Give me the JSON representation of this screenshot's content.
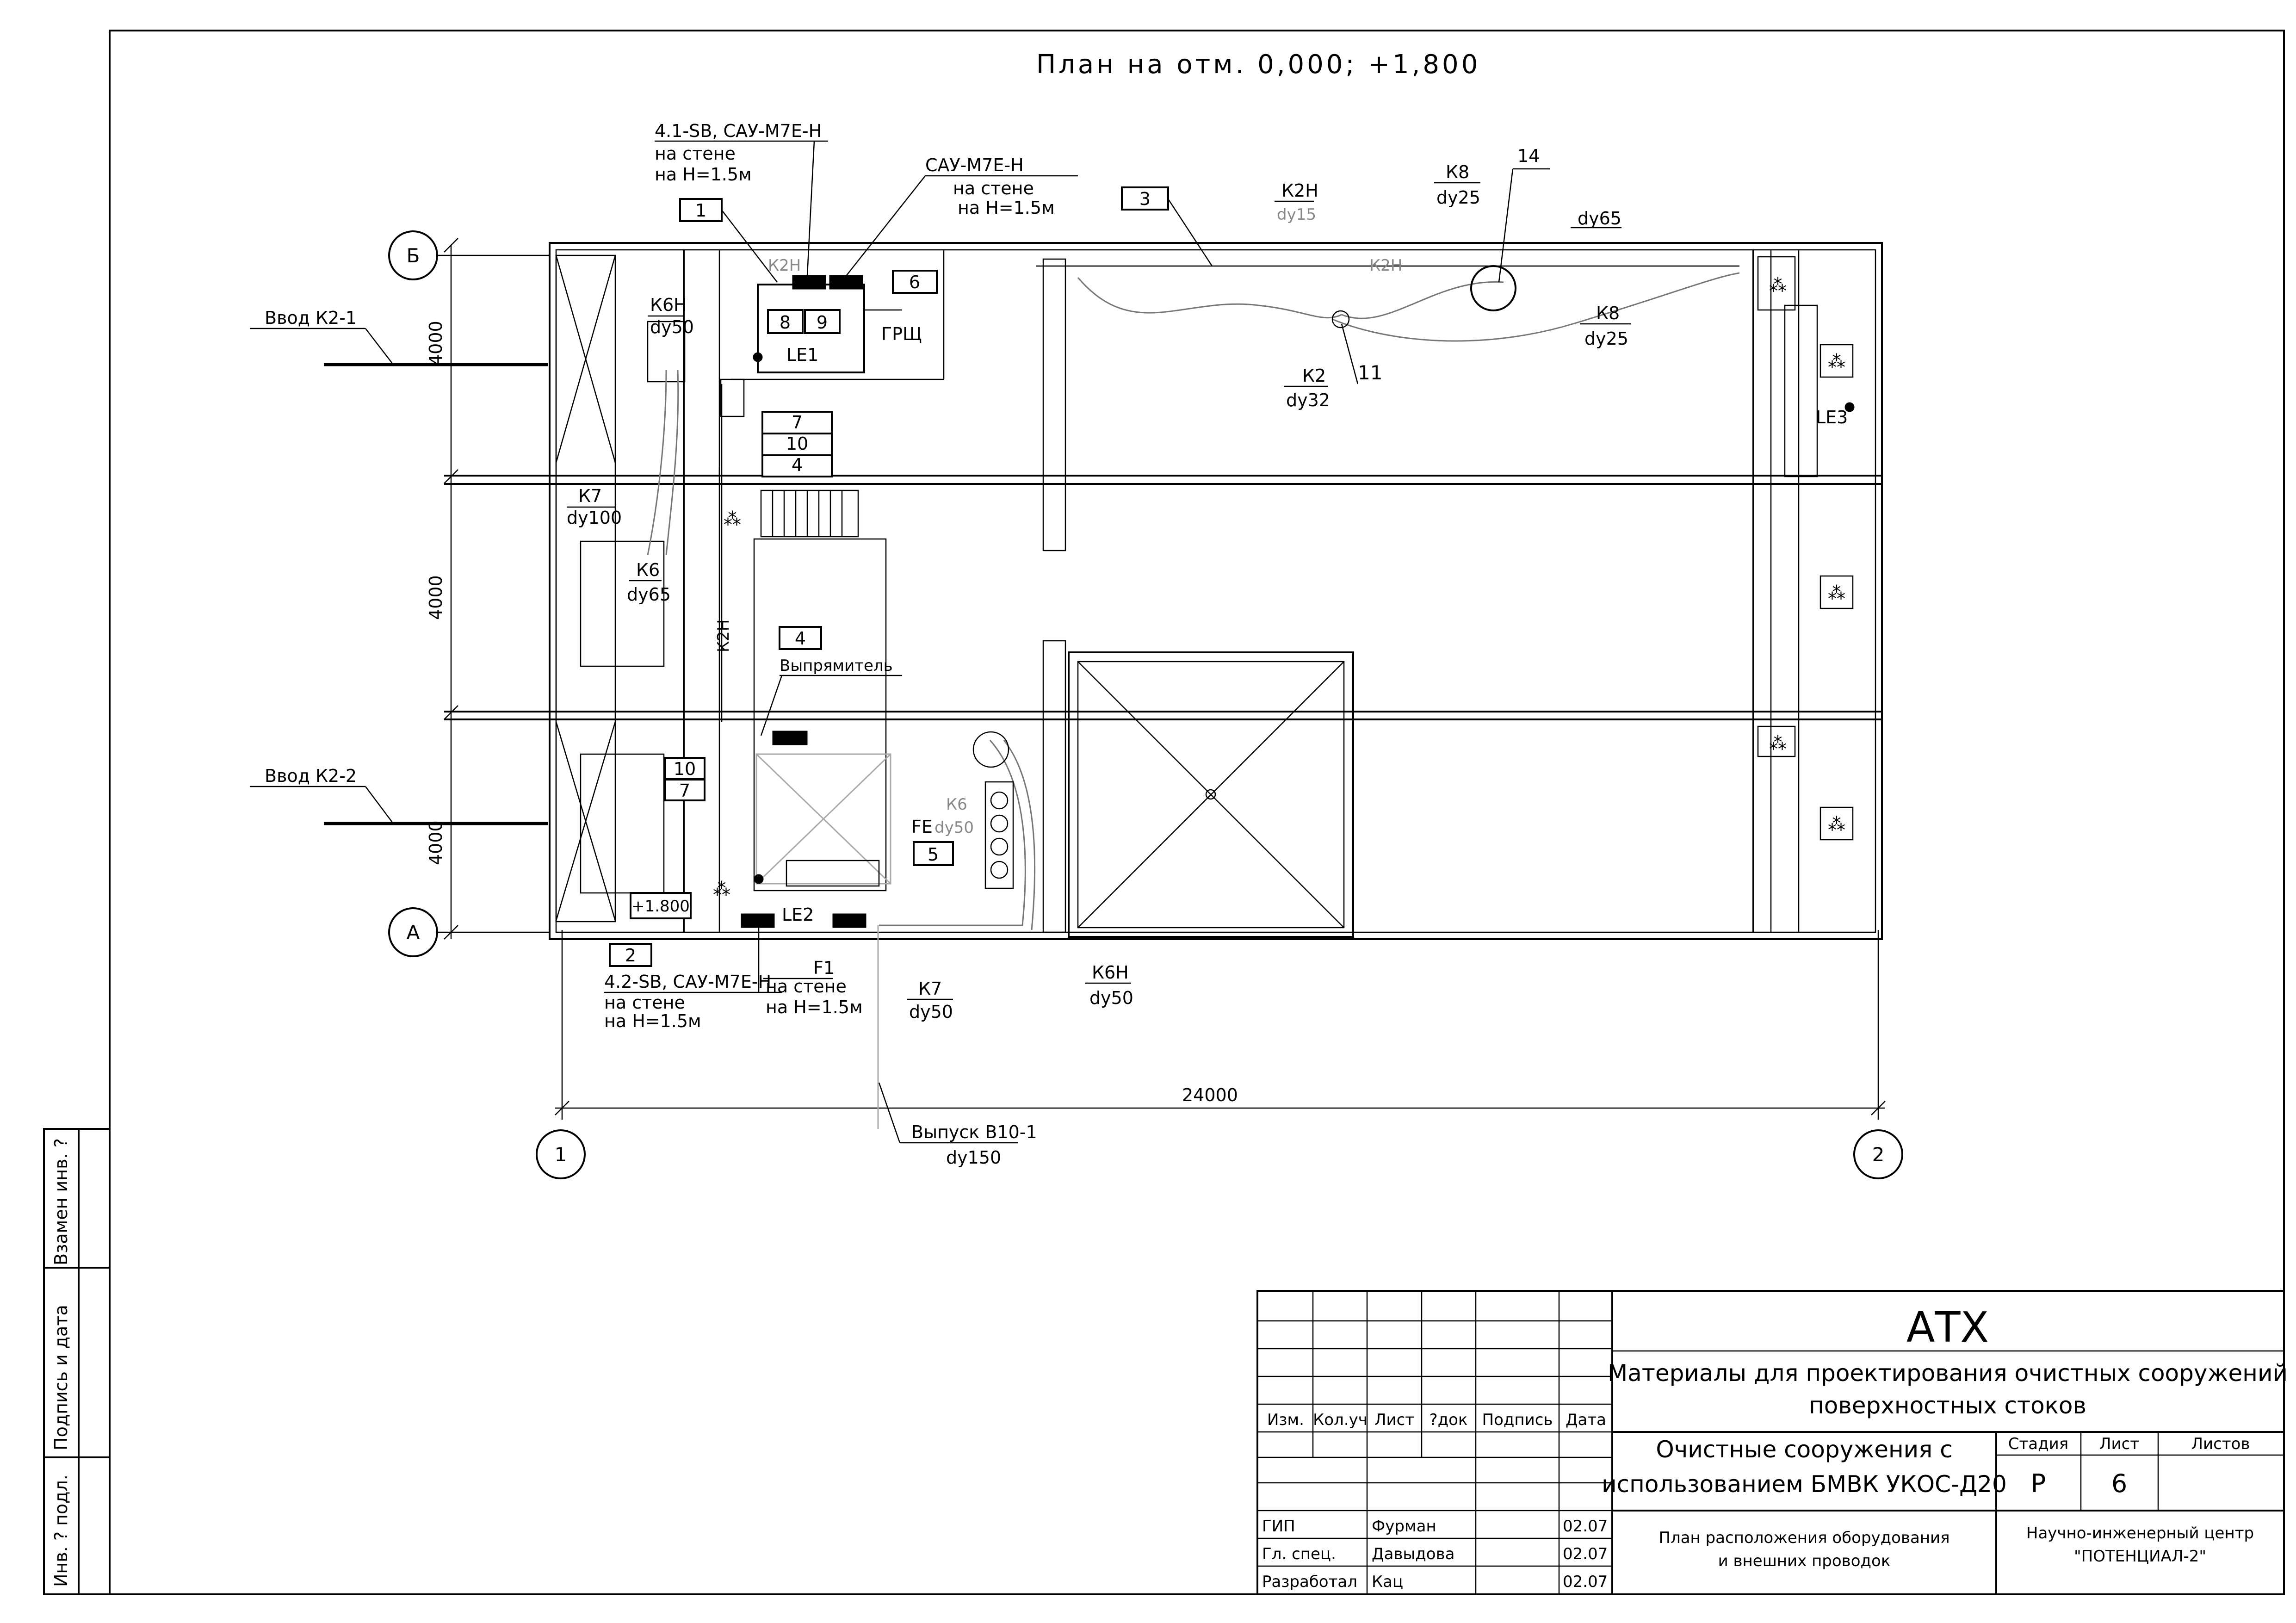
{
  "drawing": {
    "title": "План на отм. 0,000; +1,800",
    "dim_total": "24000",
    "dim_bay": "4000",
    "axes": {
      "row_top": "Б",
      "row_bottom": "А",
      "col_left": "1",
      "col_right": "2"
    },
    "level_mark": "+1.800",
    "inputs": {
      "k2_1": "Ввод К2-1",
      "k2_2": "Ввод К2-2"
    },
    "outlet": {
      "name": "Выпуск В10-1",
      "size": "dy150"
    },
    "callouts": {
      "sb1": {
        "line1": "4.1-SB, CAУ-M7E-H",
        "line2": "на стене",
        "line3": "на H=1.5м"
      },
      "cay": {
        "line1": "CAУ-M7E-H",
        "line2": "на стене",
        "line3": "на H=1.5м"
      },
      "sb2": {
        "line1": "4.2-SB, CAУ-M7E-H",
        "line2": "на стене",
        "line3": "на H=1.5м"
      },
      "f1": {
        "line1": "F1",
        "line2": "на стене",
        "line3": "на H=1.5м"
      },
      "rectifier": "Выпрямитель",
      "grsch": "ГРЩ"
    },
    "positions": {
      "p1": "1",
      "p2": "2",
      "p3": "3",
      "p4": "4",
      "p5": "5",
      "p6": "6",
      "p7": "7",
      "p8": "8",
      "p9": "9",
      "p10": "10",
      "p11": "11",
      "p14": "14"
    },
    "sensors": {
      "le1": "LE1",
      "le2": "LE2",
      "le3": "LE3",
      "fe": "FE"
    },
    "pipes": {
      "k6h": "К6Н",
      "dy50": "dy50",
      "k7": "К7",
      "dy100": "dy100",
      "k6": "К6",
      "dy65": "dy65",
      "k2h": "К2Н",
      "dy15": "dy15",
      "k8": "К8",
      "dy25": "dy25",
      "k2": "К2",
      "dy32": "dy32"
    }
  },
  "titleblock": {
    "code": "АТХ",
    "project_line1": "Материалы для проектирования очистных сооружений",
    "project_line2": "поверхностных стоков",
    "object_line1": "Очистные сооружения с",
    "object_line2": "использованием БМВК УКОС-Д20",
    "sheet_name_line1": "План расположения оборудования",
    "sheet_name_line2": "и внешних проводок",
    "org_line1": "Научно-инженерный центр",
    "org_line2": "\"ПОТЕНЦИАЛ-2\"",
    "headers": {
      "izm": "Изм.",
      "kol": "Кол.уч",
      "list": "Лист",
      "ndok": "?док",
      "podp": "Подпись",
      "data": "Дата"
    },
    "stage_hdr": "Стадия",
    "sheet_hdr": "Лист",
    "sheets_hdr": "Листов",
    "stage": "Р",
    "sheet": "6",
    "staff": [
      {
        "role": "ГИП",
        "name": "Фурман",
        "date": "02.07"
      },
      {
        "role": "Гл. спец.",
        "name": "Давыдова",
        "date": "02.07"
      },
      {
        "role": "Разработал",
        "name": "Кац",
        "date": "02.07"
      }
    ]
  },
  "sidestamp": {
    "inv_podl": "Инв. ? подл.",
    "podp_data": "Подпись и дата",
    "vzam": "Взамен инв. ?"
  }
}
